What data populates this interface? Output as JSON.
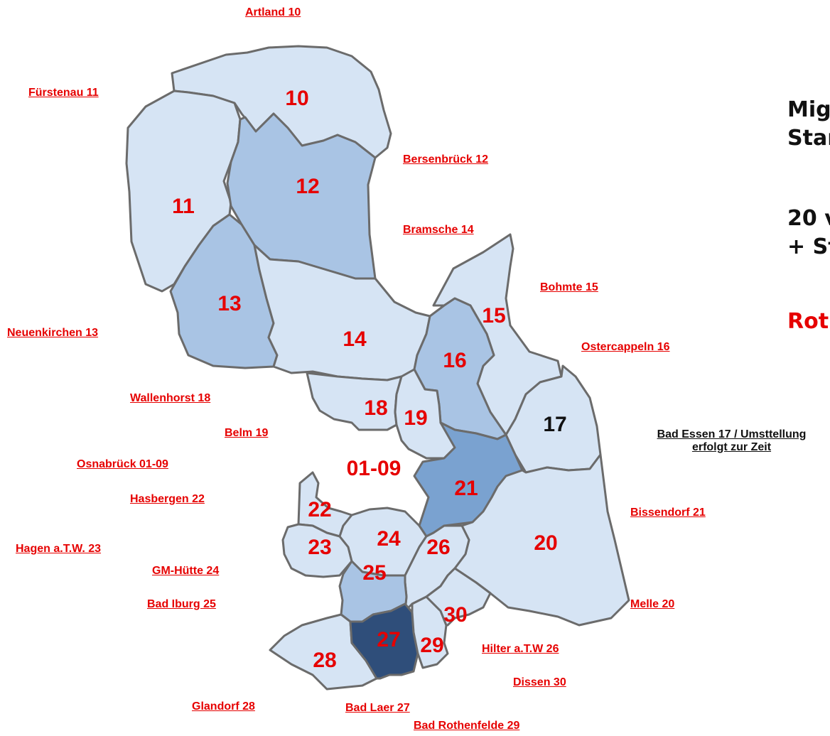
{
  "colors": {
    "light": "#d6e4f4",
    "medium": "#a9c4e4",
    "strong": "#7aa2d0",
    "dark": "#2f4e7a",
    "label_red": "#e60000",
    "label_black": "#111111",
    "link_red": "#e60000",
    "border": "#6b6b6b"
  },
  "map": {
    "region_numbers": {
      "r10": "10",
      "r11": "11",
      "r12": "12",
      "r13": "13",
      "r14": "14",
      "r15": "15",
      "r16": "16",
      "r17": "17",
      "r18": "18",
      "r19": "19",
      "r0109": "01-09",
      "r20": "20",
      "r21": "21",
      "r22": "22",
      "r23": "23",
      "r24": "24",
      "r25": "25",
      "r26": "26",
      "r27": "27",
      "r28": "28",
      "r29": "29",
      "r30": "30"
    }
  },
  "links": {
    "artland": "Artland 10",
    "fuerstenau": "Fürstenau 11",
    "bersenbrueck": "Bersenbrück 12",
    "bramsche": "Bramsche 14",
    "bohmte": "Bohmte 15",
    "neuenkirchen": "Neuenkirchen 13",
    "ostercappeln": "Ostercappeln 16",
    "wallenhorst": "Wallenhorst 18",
    "belm": "Belm 19",
    "osnabrueck": "Osnabrück 01-09",
    "hasbergen": "Hasbergen 22",
    "bissendorf": "Bissendorf 21",
    "hagen": "Hagen a.T.W. 23",
    "gmhuette": "GM-Hütte 24",
    "badiburg": "Bad Iburg 25",
    "melle": "Melle 20",
    "hilter": "Hilter a.T.W 26",
    "dissen": "Dissen 30",
    "glandorf": "Glandorf 28",
    "badlaer": "Bad Laer 27",
    "badrothenfelde": "Bad Rothenfelde 29"
  },
  "note": {
    "bad_essen_line1": "Bad Essen 17 / Umsttellung",
    "bad_essen_line2": "erfolgt zur Zeit"
  },
  "side_text": {
    "line1": "Mig",
    "line2": "Star",
    "line3": "20 v",
    "line4": "+ St",
    "line5": "Rot"
  }
}
